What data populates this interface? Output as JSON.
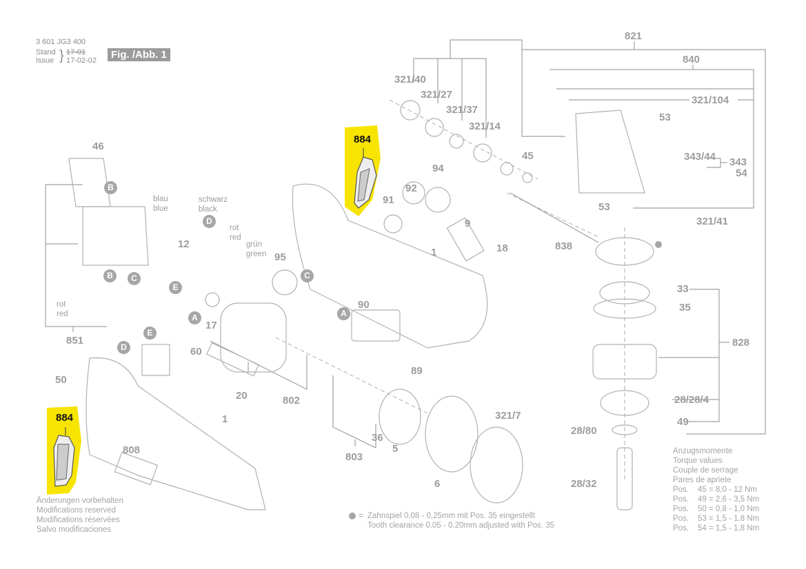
{
  "header": {
    "part_number": "3 601 JG3 400",
    "stand_label": "Stand",
    "issue_label": "Issue",
    "stand_old_date": "17-01",
    "issue_date": "17-02-02",
    "figure_label": "Fig. /Abb. 1"
  },
  "highlight_color": "#f7e400",
  "highlighted_parts": [
    "884",
    "884"
  ],
  "part_labels": {
    "p46": "46",
    "p12": "12",
    "p851": "851",
    "p50": "50",
    "p60": "60",
    "p20": "20",
    "p17": "17",
    "p802": "802",
    "p803": "803",
    "p36": "36",
    "p5": "5",
    "p6": "6",
    "p321_7": "321/7",
    "p808": "808",
    "p1a": "1",
    "p1b": "1",
    "p95": "95",
    "p90": "90",
    "p89": "89",
    "p91": "91",
    "p92": "92",
    "p94": "94",
    "p9": "9",
    "p18": "18",
    "p321_40": "321/40",
    "p321_27": "321/27",
    "p321_37": "321/37",
    "p321_14": "321/14",
    "p45": "45",
    "p838": "838",
    "p821": "821",
    "p840": "840",
    "p321_104": "321/104",
    "p53a": "53",
    "p53b": "53",
    "p343_44": "343/44",
    "p343": "343",
    "p54": "54",
    "p321_41": "321/41",
    "p33": "33",
    "p35": "35",
    "p828": "828",
    "p28_28_4": "28/28/4",
    "p49": "49",
    "p28_80": "28/80",
    "p28_32": "28/32",
    "p884a": "884",
    "p884b": "884"
  },
  "connectors": {
    "B1": "B",
    "B2": "B",
    "C1": "C",
    "C2": "C",
    "D1": "D",
    "D2": "D",
    "E1": "E",
    "E2": "E",
    "A1": "A",
    "A2": "A"
  },
  "wire_colors": {
    "blue": [
      "blau",
      "blue"
    ],
    "black": [
      "schwarz",
      "black"
    ],
    "red1": [
      "rot",
      "red"
    ],
    "green": [
      "grün",
      "green"
    ],
    "red2": [
      "rot",
      "red"
    ]
  },
  "footer_left": [
    "Änderungen vorbehalten",
    "Modifications reserved",
    "Modifications réservées",
    "Salvo modificaciones"
  ],
  "tooth_note": {
    "symbol": "=",
    "line1": "Zahnspiel 0,08 - 0,25mm mit Pos. 35 eingestellt",
    "line2": "Tooth clearance 0.05 - 0.20mm adjusted with Pos. 35"
  },
  "torque": {
    "title": [
      "Anzugsmomente",
      "Torque values",
      "Couple de serrage",
      "Pares de apriete"
    ],
    "rows": [
      {
        "pos": "Pos.",
        "value": "45 = 8,0 - 12  Nm"
      },
      {
        "pos": "Pos.",
        "value": "49 = 2,6 - 3,5 Nm"
      },
      {
        "pos": "Pos.",
        "value": "50 = 0,8 - 1,0 Nm"
      },
      {
        "pos": "Pos.",
        "value": "53 = 1,5 - 1,8 Nm"
      },
      {
        "pos": "Pos.",
        "value": "54 = 1,5 - 1,8 Nm"
      }
    ]
  }
}
